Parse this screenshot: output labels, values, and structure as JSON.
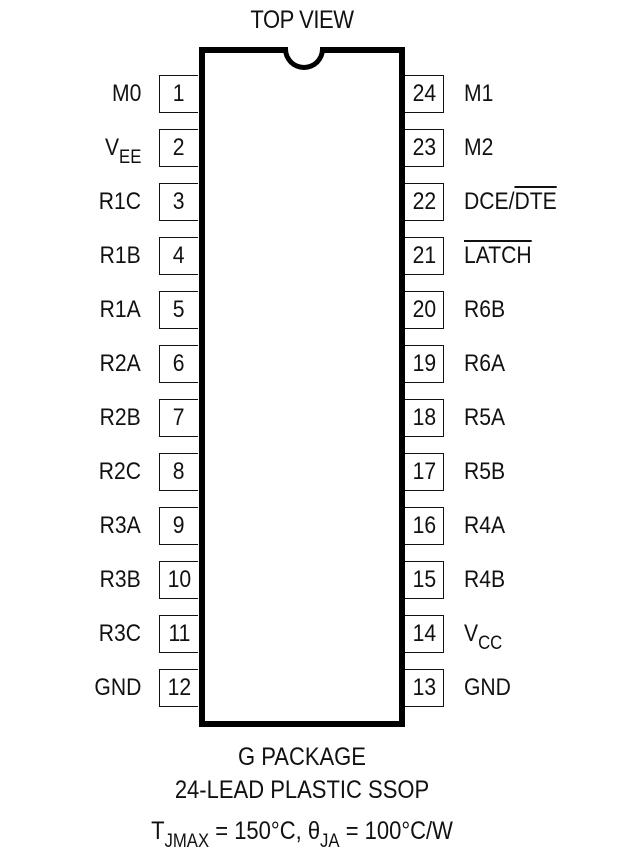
{
  "diagram": {
    "title": "TOP VIEW",
    "package_name": "G PACKAGE",
    "package_desc": "24-LEAD PLASTIC SSOP",
    "thermal": {
      "tj_label": "T",
      "tj_sub": "JMAX",
      "tj_value": " = 150°C, ",
      "theta_label": "θ",
      "theta_sub": "JA",
      "theta_value": " = 100°C/W"
    },
    "left_pins": [
      {
        "num": "1",
        "name": "M0"
      },
      {
        "num": "2",
        "name": "V",
        "sub": "EE"
      },
      {
        "num": "3",
        "name": "R1C"
      },
      {
        "num": "4",
        "name": "R1B"
      },
      {
        "num": "5",
        "name": "R1A"
      },
      {
        "num": "6",
        "name": "R2A"
      },
      {
        "num": "7",
        "name": "R2B"
      },
      {
        "num": "8",
        "name": "R2C"
      },
      {
        "num": "9",
        "name": "R3A"
      },
      {
        "num": "10",
        "name": "R3B"
      },
      {
        "num": "11",
        "name": "R3C"
      },
      {
        "num": "12",
        "name": "GND"
      }
    ],
    "right_pins": [
      {
        "num": "24",
        "name": "M1"
      },
      {
        "num": "23",
        "name": "M2"
      },
      {
        "num": "22",
        "name": "DCE/",
        "overline": "DTE"
      },
      {
        "num": "21",
        "name": "",
        "overline": "LATCH"
      },
      {
        "num": "20",
        "name": "R6B"
      },
      {
        "num": "19",
        "name": "R6A"
      },
      {
        "num": "18",
        "name": "R5A"
      },
      {
        "num": "17",
        "name": "R5B"
      },
      {
        "num": "16",
        "name": "R4A"
      },
      {
        "num": "15",
        "name": "R4B"
      },
      {
        "num": "14",
        "name": "V",
        "sub": "CC"
      },
      {
        "num": "13",
        "name": "GND"
      }
    ]
  }
}
